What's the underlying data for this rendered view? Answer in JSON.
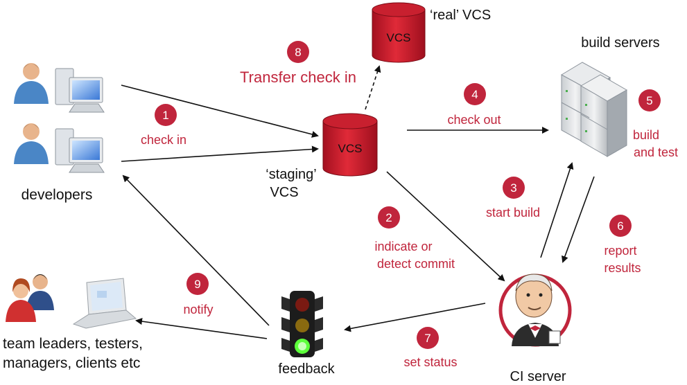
{
  "nodes": {
    "developers": "developers",
    "staging_vcs_line1": "‘staging’",
    "staging_vcs_line2": "VCS",
    "vcs_label": "VCS",
    "real_vcs": "‘real’ VCS",
    "build_servers": "build servers",
    "ci_server": "CI server",
    "feedback": "feedback",
    "team_line1": "team leaders, testers,",
    "team_line2": "managers, clients etc"
  },
  "steps": [
    {
      "num": "1",
      "lines": [
        "check in"
      ]
    },
    {
      "num": "2",
      "lines": [
        "indicate or",
        "detect commit"
      ]
    },
    {
      "num": "3",
      "lines": [
        "start build"
      ]
    },
    {
      "num": "4",
      "lines": [
        "check out"
      ]
    },
    {
      "num": "5",
      "lines": [
        "build",
        "and test"
      ]
    },
    {
      "num": "6",
      "lines": [
        "report",
        "results"
      ]
    },
    {
      "num": "7",
      "lines": [
        "set status"
      ]
    },
    {
      "num": "8",
      "lines": [
        "Transfer check in"
      ]
    },
    {
      "num": "9",
      "lines": [
        "notify"
      ]
    }
  ],
  "colors": {
    "accent_red": "#c0253c",
    "vcs_cylinder": "#d01c2c",
    "arrow": "#111111"
  },
  "icons": [
    "developer-icon",
    "desktop-computer-icon",
    "database-cylinder-icon",
    "server-rack-icon",
    "jenkins-butler-icon",
    "traffic-light-icon",
    "laptop-icon",
    "team-people-icon"
  ]
}
